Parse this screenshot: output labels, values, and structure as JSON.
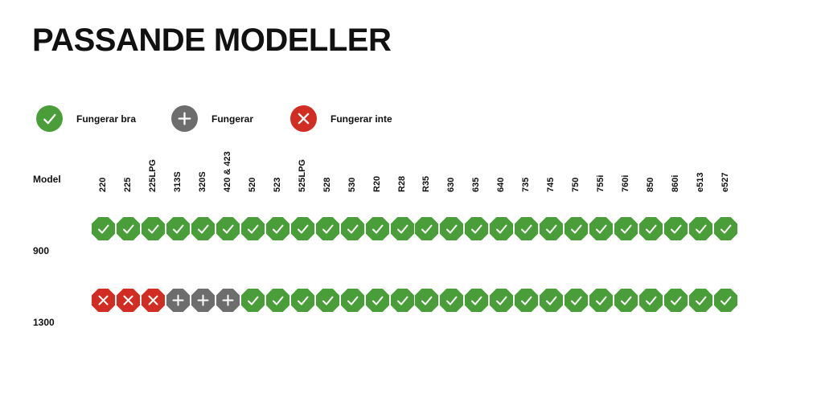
{
  "title": "PASSANDE MODELLER",
  "legend": [
    {
      "status": "good",
      "icon": "check-icon",
      "label": "Fungerar bra",
      "color": "#4a9e3a"
    },
    {
      "status": "ok",
      "icon": "plus-icon",
      "label": "Fungerar",
      "color": "#6d6d6d"
    },
    {
      "status": "bad",
      "icon": "cross-icon",
      "label": "Fungerar inte",
      "color": "#d22d22"
    }
  ],
  "table": {
    "header_label": "Model",
    "columns": [
      "220",
      "225",
      "225LPG",
      "313S",
      "320S",
      "420 & 423",
      "520",
      "523",
      "525LPG",
      "528",
      "530",
      "R20",
      "R28",
      "R35",
      "630",
      "635",
      "640",
      "735",
      "745",
      "750",
      "755i",
      "760i",
      "850",
      "860i",
      "e513",
      "e527"
    ],
    "rows": [
      {
        "label": "900",
        "statuses": [
          "good",
          "good",
          "good",
          "good",
          "good",
          "good",
          "good",
          "good",
          "good",
          "good",
          "good",
          "good",
          "good",
          "good",
          "good",
          "good",
          "good",
          "good",
          "good",
          "good",
          "good",
          "good",
          "good",
          "good",
          "good",
          "good"
        ]
      },
      {
        "label": "1300",
        "statuses": [
          "bad",
          "bad",
          "bad",
          "ok",
          "ok",
          "ok",
          "good",
          "good",
          "good",
          "good",
          "good",
          "good",
          "good",
          "good",
          "good",
          "good",
          "good",
          "good",
          "good",
          "good",
          "good",
          "good",
          "good",
          "good",
          "good",
          "good"
        ]
      }
    ]
  },
  "colors": {
    "good": "#4a9e3a",
    "ok": "#6d6d6d",
    "bad": "#d22d22"
  }
}
